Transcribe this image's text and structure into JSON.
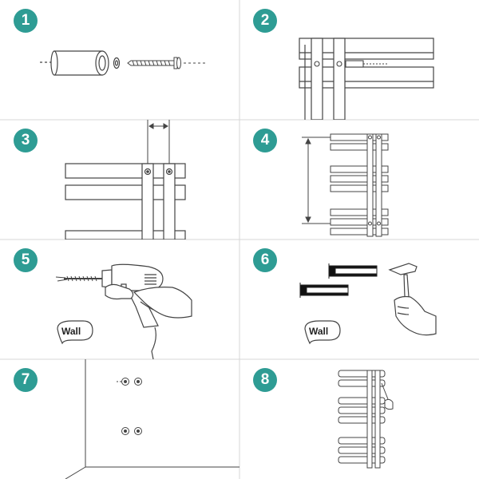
{
  "colors": {
    "badge": "#2e9c94",
    "line": "#555555",
    "ink": "#222222"
  },
  "steps": [
    {
      "number": "1"
    },
    {
      "number": "2"
    },
    {
      "number": "3"
    },
    {
      "number": "4"
    },
    {
      "number": "5",
      "label": "Wall"
    },
    {
      "number": "6",
      "label": "Wall"
    },
    {
      "number": "7"
    },
    {
      "number": "8"
    }
  ]
}
